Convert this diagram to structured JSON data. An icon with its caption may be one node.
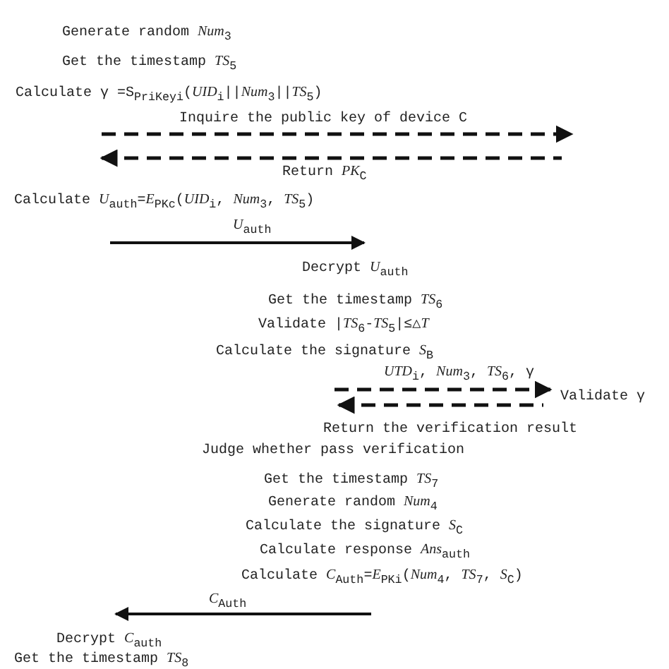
{
  "diagram": {
    "labels": [
      "Generate random *Num*$_{3}$",
      "Get the timestamp *TS*$_{5}$",
      "Calculate γ =S$_{PriKeyi}$(*UID*$_{i}$||*Num*$_{3}$||*TS*$_{5}$)",
      "Inquire the public key of device C",
      "Return *PK*$_{C}$",
      "Calculate *U*$_{auth}$=*E*$_{PKc}$(*UID*$_{i}$, *Num*$_{3}$, *TS*$_{5}$)",
      "*U*$_{auth}$",
      "Decrypt *U*$_{auth}$",
      "Get the timestamp *TS*$_{6}$",
      "Validate |*TS*$_{6}$-*TS*$_{5}$|≤△*T*",
      "Calculate the signature *S*$_{B}$",
      "*UTD*$_{i}$, *Num*$_{3}$, *TS*$_{6}$, γ",
      "Validate γ",
      "Return the verification result",
      "Judge whether pass verification",
      "Get the timestamp *TS*$_{7}$",
      "Generate random *Num*$_{4}$",
      "Calculate the signature *S*$_{C}$",
      "Calculate response *Ans*$_{auth}$",
      "Calculate *C*$_{Auth}$=*E*$_{PKi}$(*Num*$_{4}$, *TS*$_{7}$, *S*$_{C}$)",
      "*C*$_{Auth}$",
      "Decrypt *C*$_{auth}$",
      "Get the timestamp *TS*$_{8}$"
    ]
  }
}
